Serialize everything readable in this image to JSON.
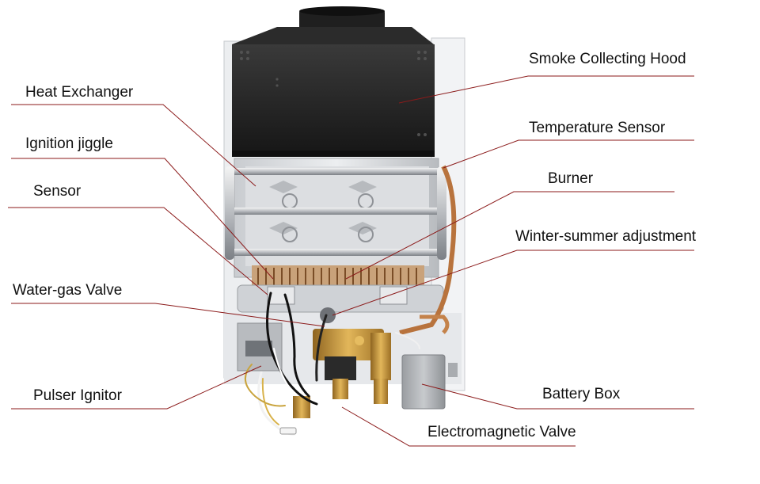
{
  "diagram": {
    "labels": {
      "heat_exchanger": "Heat Exchanger",
      "ignition_jiggle": "Ignition jiggle",
      "sensor": "Sensor",
      "water_gas_valve": "Water-gas Valve",
      "pulser_ignitor": "Pulser Ignitor",
      "smoke_collecting_hood": "Smoke Collecting Hood",
      "temperature_sensor": "Temperature Sensor",
      "burner": "Burner",
      "winter_summer_adjustment": "Winter-summer adjustment",
      "battery_box": "Battery Box",
      "electromagnetic_valve": "Electromagnetic Valve"
    },
    "colors": {
      "leader_line": "#8b1a1a",
      "label_text": "#111111",
      "hood": "#222222",
      "casing": "#eef0f2",
      "copper": "#b8733d",
      "brass": "#c99a3b"
    }
  }
}
